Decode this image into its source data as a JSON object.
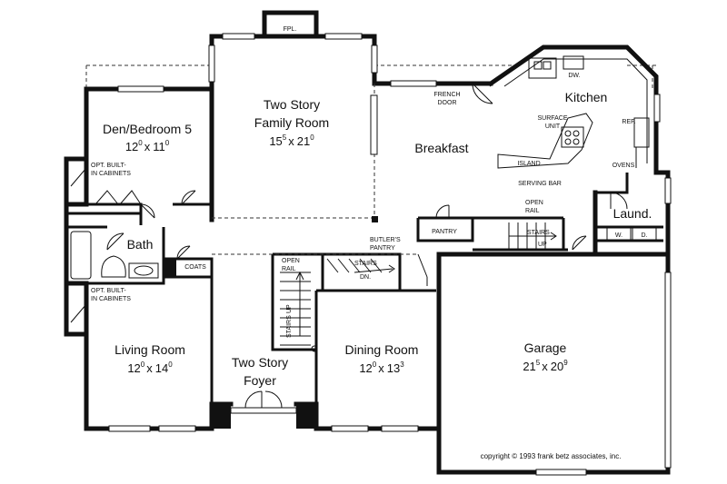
{
  "rooms": {
    "den": {
      "name": "Den/Bedroom 5",
      "w": "12",
      "wi": "0",
      "d": "11",
      "di": "0"
    },
    "family1": "Two Story",
    "family2": "Family Room",
    "family_dim": {
      "w": "15",
      "wi": "5",
      "d": "21",
      "di": "0"
    },
    "breakfast": "Breakfast",
    "kitchen": "Kitchen",
    "bath": "Bath",
    "laund": "Laund.",
    "living": {
      "name": "Living Room",
      "w": "12",
      "wi": "0",
      "d": "14",
      "di": "0"
    },
    "foyer1": "Two Story",
    "foyer2": "Foyer",
    "dining": {
      "name": "Dining Room",
      "w": "12",
      "wi": "0",
      "d": "13",
      "di": "3"
    },
    "garage": {
      "name": "Garage",
      "w": "21",
      "wi": "5",
      "d": "20",
      "di": "9"
    }
  },
  "labels": {
    "fpl": "FPL.",
    "french1": "FRENCH",
    "french2": "DOOR",
    "dw": "DW.",
    "surface1": "SURFACE",
    "surface2": "UNIT",
    "ref": "REF.",
    "island": "ISLAND",
    "serving": "SERVING BAR",
    "ovens": "OVENS",
    "opt1a": "OPT. BUILT-",
    "opt1b": "IN CABINETS",
    "opt2a": "OPT. BUILT-",
    "opt2b": "IN CABINETS",
    "open_rail1a": "OPEN",
    "open_rail1b": "RAIL",
    "open_rail2a": "OPEN",
    "open_rail2b": "RAIL",
    "pantry": "PANTRY",
    "butler1": "BUTLER'S",
    "butler2": "PANTRY",
    "stairs_up_a": "STAIRS",
    "stairs_up_b": "UP",
    "stairs_dn_a": "STAIRS",
    "stairs_dn_b": "DN.",
    "stairs_main_a": "STAIRS",
    "stairs_main_b": "UP",
    "coats": "COATS",
    "w": "W.",
    "d": "D.",
    "x": "x"
  },
  "copyright": "copyright © 1993 frank betz associates, inc."
}
